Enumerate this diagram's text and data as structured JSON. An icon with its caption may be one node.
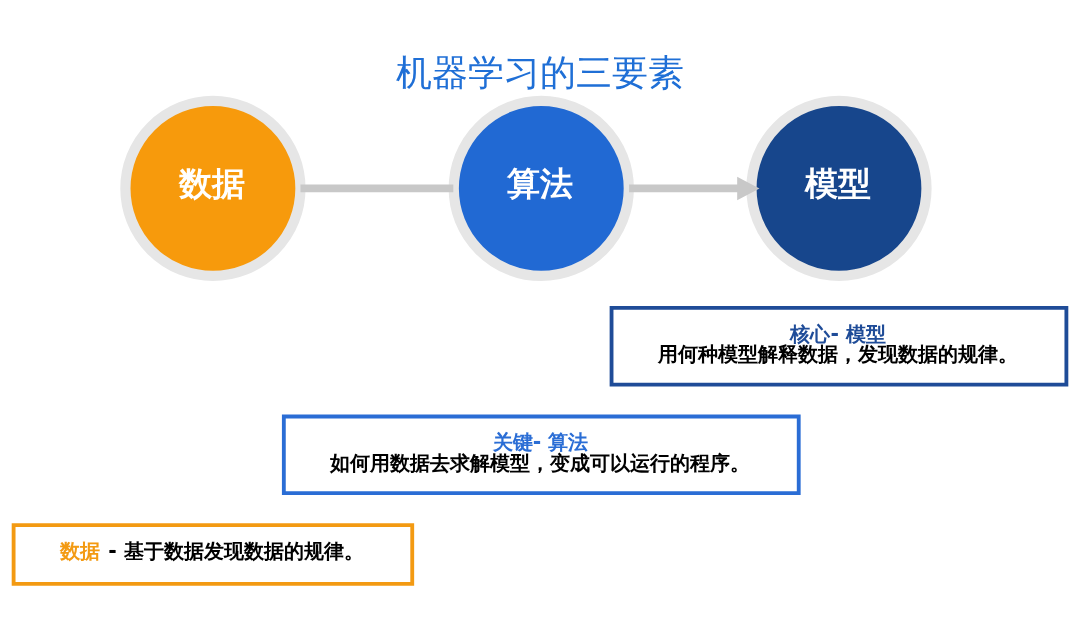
{
  "diagram": {
    "title": "机器学习的三要素",
    "nodes": [
      {
        "text": [
          "数据"
        ]
      },
      {
        "text": [
          "算法"
        ]
      },
      {
        "text": [
          "模型"
        ]
      },
      {
        "text": [
          "核心- 模型",
          "用何种模型解释数据，发现数据的规律。"
        ]
      },
      {
        "text": [
          "关键- 算法",
          "如何用数据去求解模型，变成可以运行的程序。"
        ]
      },
      {
        "text": [
          "数据",
          "- 基于数据发现数据的规律。"
        ]
      }
    ],
    "edges": [
      {
        "from": 0,
        "to": 1,
        "arrow": "none"
      },
      {
        "from": 1,
        "to": 2,
        "arrow": "to"
      }
    ]
  }
}
